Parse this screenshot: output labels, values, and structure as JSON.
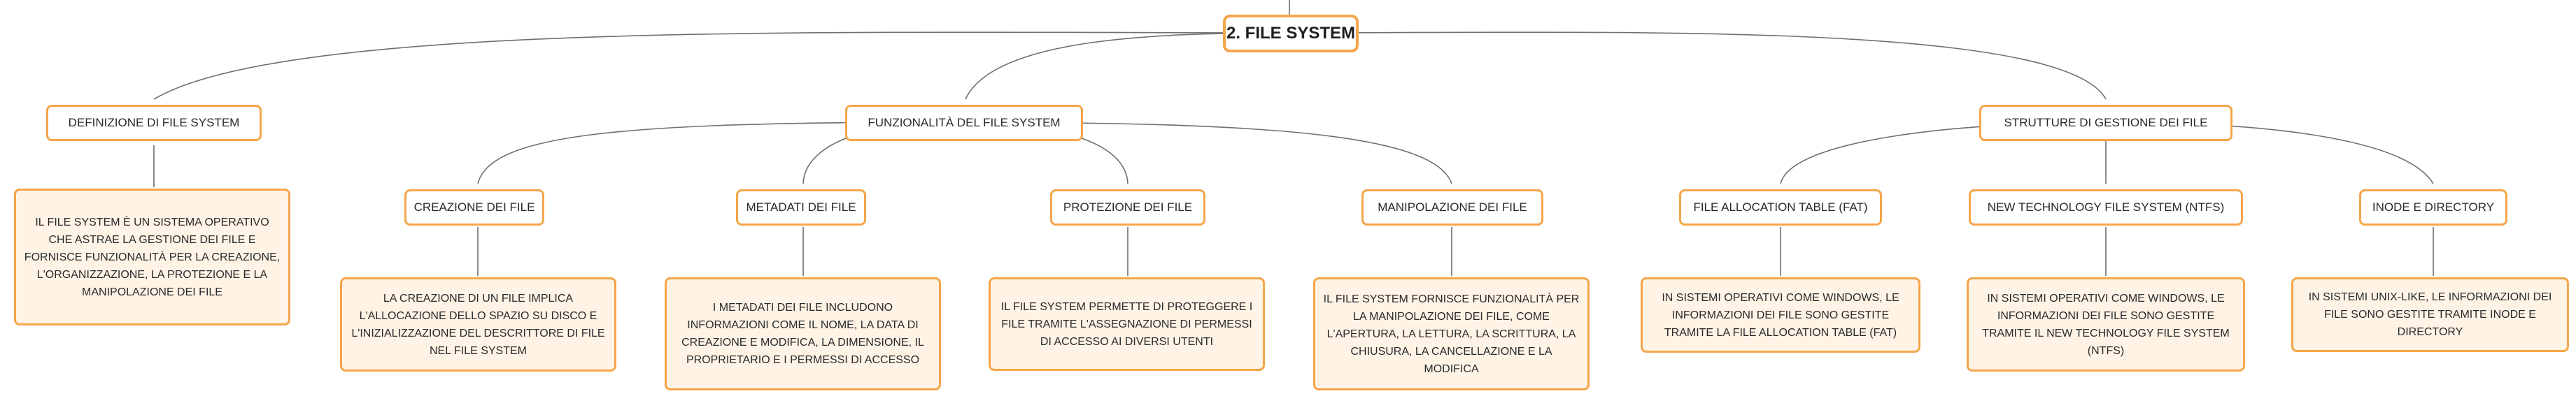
{
  "root": {
    "label": "2. FILE SYSTEM"
  },
  "branches": {
    "definizione": {
      "label": "DEFINIZIONE DI FILE SYSTEM",
      "note": "IL FILE SYSTEM È UN SISTEMA OPERATIVO CHE ASTRAE LA GESTIONE DEI FILE E FORNISCE FUNZIONALITÀ PER LA CREAZIONE, L'ORGANIZZAZIONE, LA PROTEZIONE E LA MANIPOLAZIONE DEI FILE"
    },
    "funzionalita": {
      "label": "FUNZIONALITÀ DEL FILE SYSTEM",
      "children": [
        {
          "label": "CREAZIONE DEI FILE",
          "note": "LA CREAZIONE DI UN FILE IMPLICA L'ALLOCAZIONE DELLO SPAZIO SU DISCO E L'INIZIALIZZAZIONE DEL DESCRITTORE DI FILE NEL FILE SYSTEM"
        },
        {
          "label": "METADATI DEI FILE",
          "note": "I METADATI DEI FILE INCLUDONO INFORMAZIONI COME IL NOME, LA DATA DI CREAZIONE E MODIFICA, LA DIMENSIONE, IL PROPRIETARIO E I PERMESSI DI ACCESSO"
        },
        {
          "label": "PROTEZIONE DEI FILE",
          "note": "IL FILE SYSTEM PERMETTE DI PROTEGGERE I FILE TRAMITE L'ASSEGNAZIONE DI PERMESSI DI ACCESSO AI DIVERSI UTENTI"
        },
        {
          "label": "MANIPOLAZIONE DEI FILE",
          "note": "IL FILE SYSTEM FORNISCE FUNZIONALITÀ PER LA MANIPOLAZIONE DEI FILE, COME L'APERTURA, LA LETTURA, LA SCRITTURA, LA CHIUSURA, LA CANCELLAZIONE E LA MODIFICA"
        }
      ]
    },
    "strutture": {
      "label": "STRUTTURE DI GESTIONE DEI FILE",
      "children": [
        {
          "label": "FILE ALLOCATION TABLE (FAT)",
          "note": "IN SISTEMI OPERATIVI COME WINDOWS, LE INFORMAZIONI DEI FILE SONO GESTITE TRAMITE LA FILE ALLOCATION TABLE (FAT)"
        },
        {
          "label": "NEW TECHNOLOGY FILE SYSTEM (NTFS)",
          "note": "IN SISTEMI OPERATIVI COME WINDOWS, LE INFORMAZIONI DEI FILE SONO GESTITE TRAMITE IL NEW TECHNOLOGY FILE SYSTEM (NTFS)"
        },
        {
          "label": "INODE E DIRECTORY",
          "note": "IN SISTEMI UNIX-LIKE, LE INFORMAZIONI DEI FILE SONO GESTITE TRAMITE INODE E DIRECTORY"
        }
      ]
    }
  },
  "colors": {
    "accent_border": "#f5a54a",
    "note_fill": "#fff3e6",
    "connector": "#6f6f6f"
  }
}
